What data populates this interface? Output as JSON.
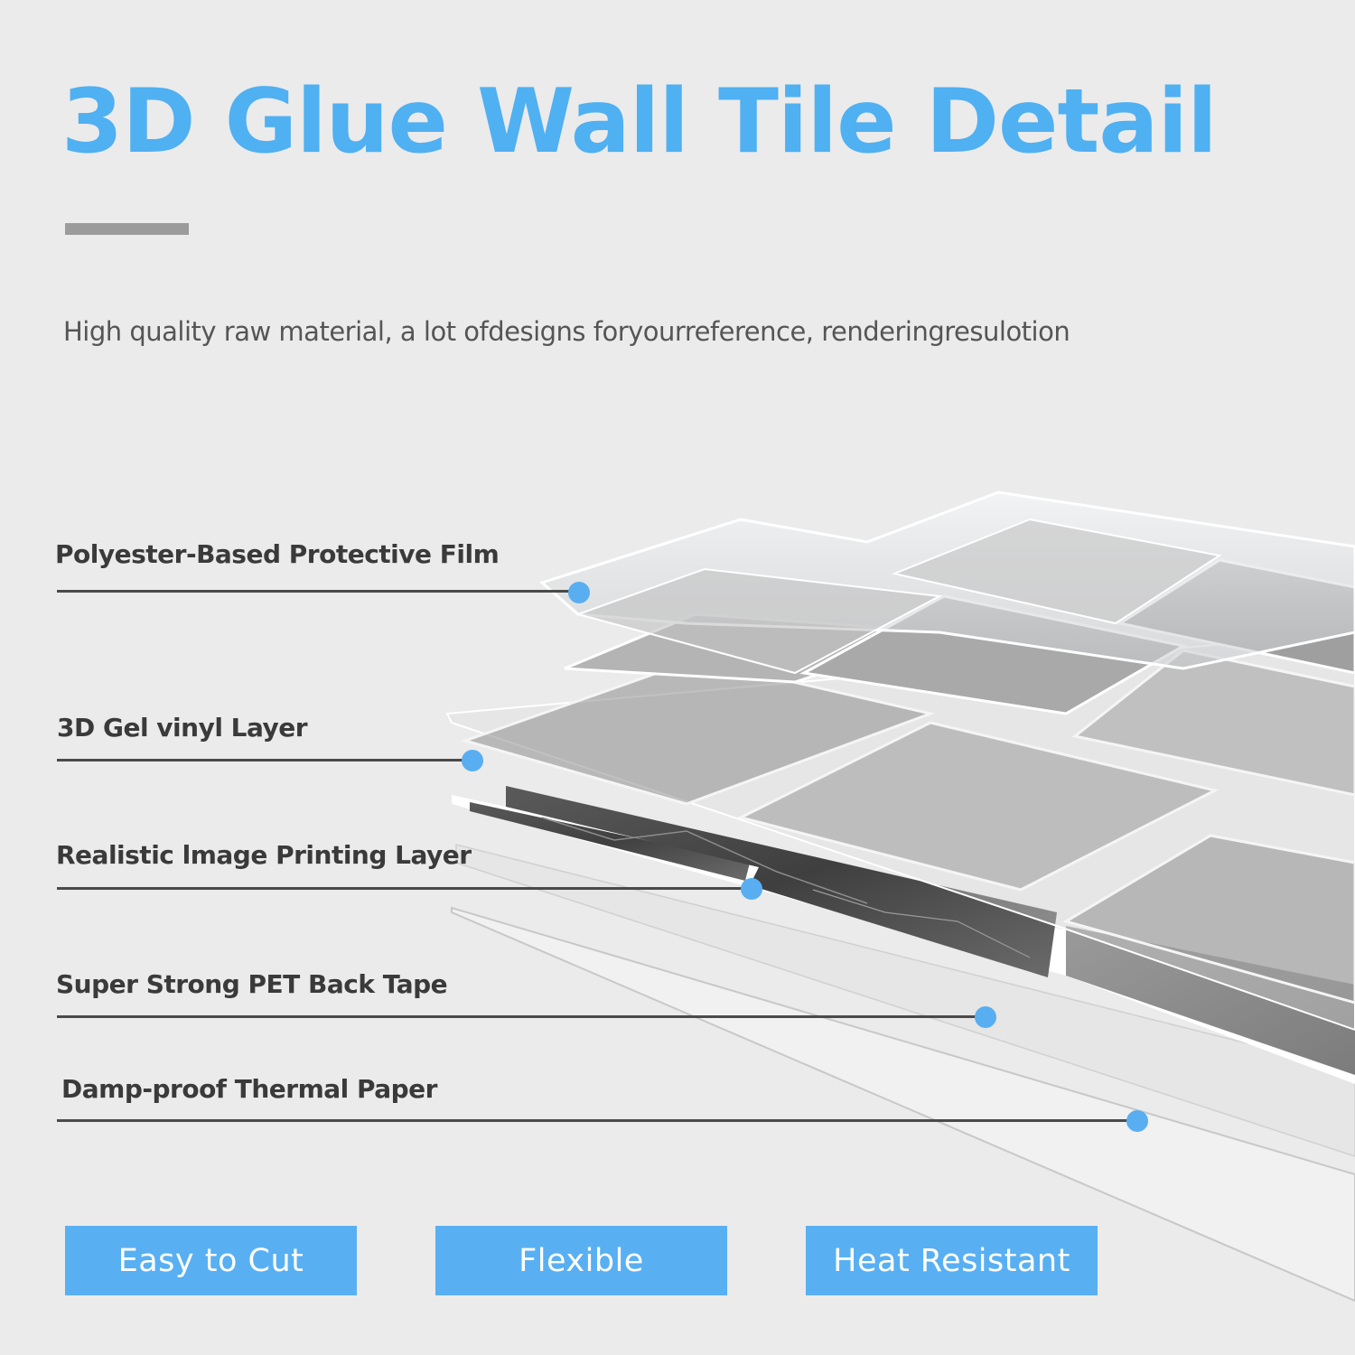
{
  "header": {
    "title": "3D Glue Wall Tile Detail",
    "subtitle": "High quality raw material, a lot ofdesigns foryourreference, renderingresulotion"
  },
  "layers": [
    {
      "label": "Polyester-Based Protective Film"
    },
    {
      "label": "3D Gel vinyl Layer"
    },
    {
      "label": "Realistic lmage Printing Layer"
    },
    {
      "label": "Super Strong PET Back Tape"
    },
    {
      "label": "Damp-proof Thermal Paper"
    }
  ],
  "features": [
    {
      "label": "Easy to Cut"
    },
    {
      "label": "Flexible"
    },
    {
      "label": "Heat Resistant"
    }
  ],
  "colors": {
    "accent": "#4fb0f2",
    "button": "#58b0f3",
    "background": "#ebebeb"
  }
}
